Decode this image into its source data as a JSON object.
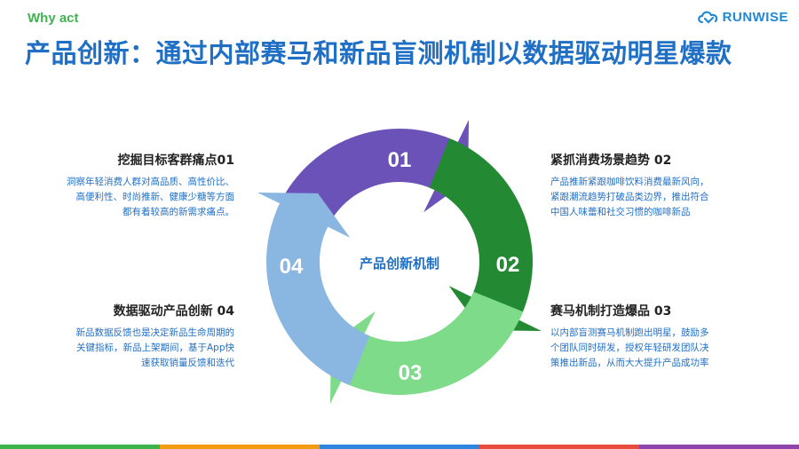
{
  "header": {
    "section": "Why act",
    "title": "产品创新：通过内部赛马和新品盲测机制以数据驱动明星爆款",
    "logo_text": "RUNWISE"
  },
  "diagram": {
    "center_label": "产品创新机制",
    "steps": [
      {
        "number": "01",
        "color": "#6b52b8"
      },
      {
        "number": "02",
        "color": "#238a33"
      },
      {
        "number": "03",
        "color": "#7ddb8a"
      },
      {
        "number": "04",
        "color": "#8ab6e2"
      }
    ]
  },
  "blocks": [
    {
      "title": "挖掘目标客群痛点01",
      "lines": [
        "洞察年轻消费人群对高品质、高性价比、",
        "高便利性、时尚推新、健康少糖等方面",
        "都有着较高的新需求痛点。"
      ]
    },
    {
      "title": "紧抓消费场景趋势 02",
      "lines": [
        "产品推新紧跟咖啡饮料消费最新风向，",
        "紧跟潮流趋势打破品类边界，推出符合",
        "中国人味蕾和社交习惯的咖啡新品"
      ]
    },
    {
      "title": "赛马机制打造爆品 03",
      "lines": [
        "以内部盲测赛马机制跑出明星，鼓励多",
        "个团队同时研发，授权年轻研发团队决",
        "策推出新品，从而大大提升产品成功率"
      ]
    },
    {
      "title": "数据驱动产品创新 04",
      "lines": [
        "新品数据反馈也是决定新品生命周期的",
        "关键指标，新品上架期间，基于App快",
        "速获取销量反馈和迭代"
      ]
    }
  ],
  "bottom_bar_colors": [
    "#3cb44b",
    "#f39c12",
    "#2e86de",
    "#e74c3c",
    "#8e44ad"
  ]
}
